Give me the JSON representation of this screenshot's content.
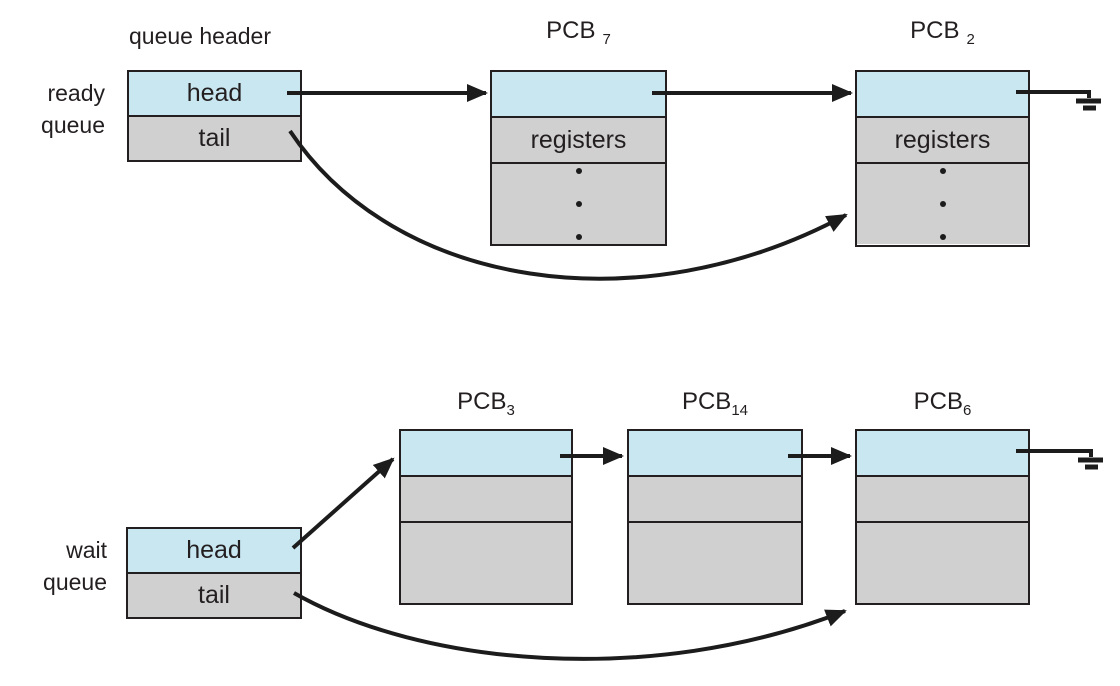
{
  "colors": {
    "background": "#ffffff",
    "pointer_cell_blue": "#c9e7f1",
    "data_cell_gray": "#d0d0d0",
    "border": "#231f20",
    "arrow": "#1c1c1c",
    "text": "#231f20"
  },
  "ready_queue": {
    "side_label_lines": [
      "ready",
      "queue"
    ],
    "header_label": "queue header",
    "head_label": "head",
    "tail_label": "tail",
    "pcbs": [
      {
        "name": "PCB",
        "subscript": "7",
        "register_row": "registers"
      },
      {
        "name": "PCB",
        "subscript": "2",
        "register_row": "registers"
      }
    ]
  },
  "wait_queue": {
    "side_label_lines": [
      "wait",
      "queue"
    ],
    "head_label": "head",
    "tail_label": "tail",
    "pcbs": [
      {
        "name": "PCB",
        "subscript": "3"
      },
      {
        "name": "PCB",
        "subscript": "14"
      },
      {
        "name": "PCB",
        "subscript": "6"
      }
    ]
  },
  "icons": {
    "vertical_ellipsis": "⋮",
    "null_terminator": "ground-symbol"
  }
}
